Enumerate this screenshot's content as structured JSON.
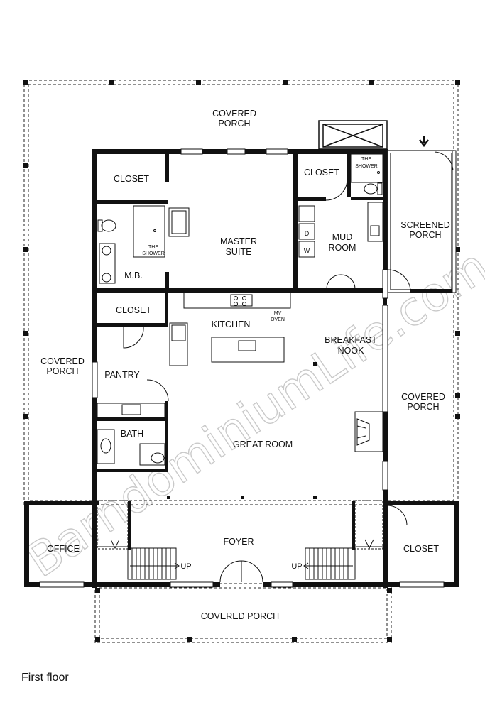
{
  "rooms": {
    "covered_porch_top": [
      "COVERED",
      "PORCH"
    ],
    "covered_porch_left": [
      "COVERED",
      "PORCH"
    ],
    "covered_porch_right": [
      "COVERED",
      "PORCH"
    ],
    "covered_porch_bottom": "COVERED PORCH",
    "closet_top_left": "CLOSET",
    "master_suite": [
      "MASTER",
      "SUITE"
    ],
    "closet_top_mid": "CLOSET",
    "shower_master": [
      "THE",
      "SHOWER"
    ],
    "shower_mud": [
      "THE",
      "SHOWER"
    ],
    "mud_room": [
      "MUD",
      "ROOM"
    ],
    "screened_porch": [
      "SCREENED",
      "PORCH"
    ],
    "master_bath": "M.B.",
    "closet_mid_left": "CLOSET",
    "kitchen": "KITCHEN",
    "mw_oven": [
      "MV",
      "OVEN"
    ],
    "breakfast_nook": [
      "BREAKFAST",
      "NOOK"
    ],
    "pantry": "PANTRY",
    "great_room": "GREAT ROOM",
    "bath": "BATH",
    "office": "OFFICE",
    "foyer": "FOYER",
    "closet_bottom_right": "CLOSET",
    "up_left": "UP",
    "up_right": "UP",
    "dryer": "D",
    "washer": "W"
  },
  "caption": "First floor",
  "watermark": "BarndominiumLife.com"
}
